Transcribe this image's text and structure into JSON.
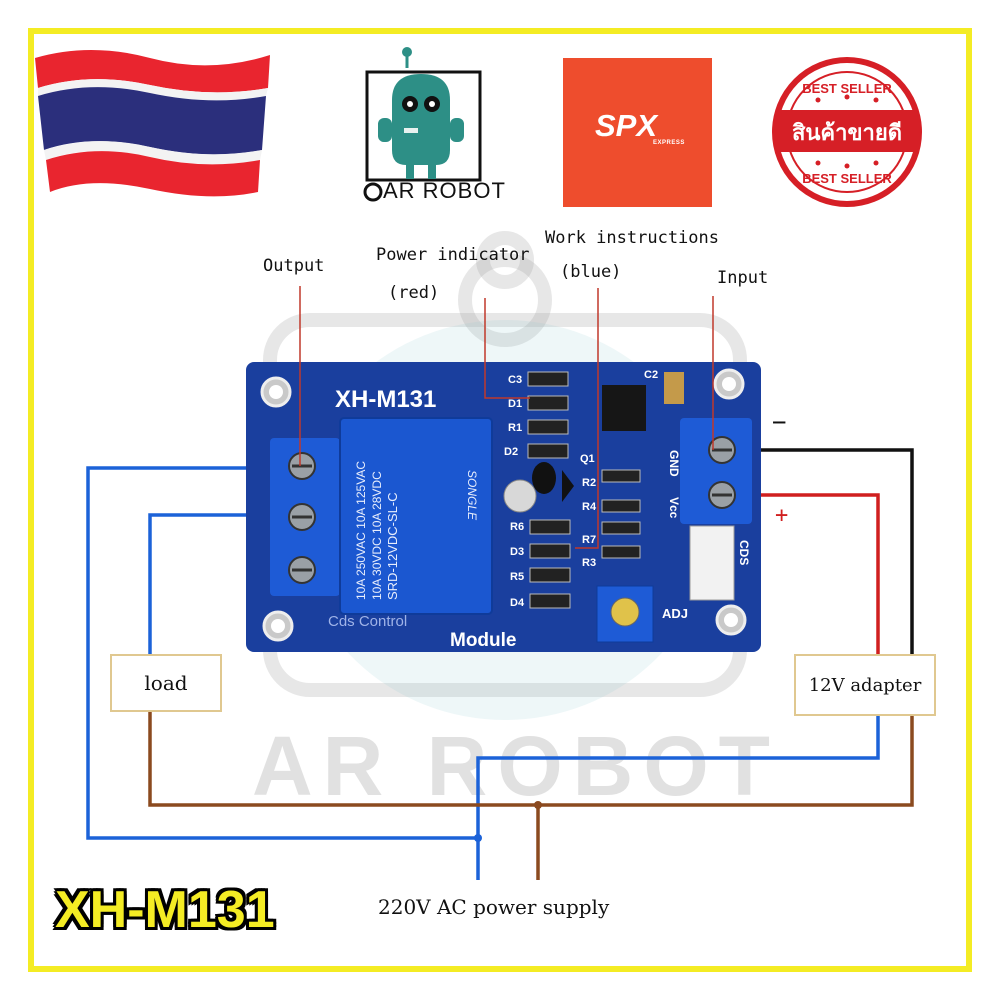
{
  "brand": {
    "logo_text": "AR ROBOT",
    "watermark": "AR ROBOT"
  },
  "spx": {
    "main": "SPX",
    "sub": "EXPRESS"
  },
  "badge": {
    "top": "BEST SELLER",
    "middle": "สินค้าขายดี",
    "bottom": "BEST SELLER"
  },
  "labels": {
    "output": "Output",
    "power_indicator": "Power indicator",
    "red": "(red)",
    "work_instructions": "Work instructions",
    "blue": "(blue)",
    "input": "Input",
    "minus": "−",
    "plus": "+",
    "load": "load",
    "adapter": "12V adapter",
    "supply": "220V AC power supply"
  },
  "board": {
    "model": "XH-M131",
    "module_text": "Module",
    "control_text": "Cds Control",
    "relay_brand": "SONGLE",
    "relay_lines": [
      "10A 250VAC 10A 125VAC",
      "10A 30VDC 10A 28VDC",
      "SRD-12VDC-SL-C"
    ],
    "pin_gnd": "GND",
    "pin_vcc": "Vcc",
    "pin_cds": "CDS",
    "adj": "ADJ",
    "designators": [
      "C3",
      "D1",
      "R1",
      "D2",
      "Q1",
      "R2",
      "R4",
      "R6",
      "D3",
      "R7",
      "R3",
      "R5",
      "D4",
      "C2"
    ]
  },
  "product_title": "XH-M131",
  "colors": {
    "frame": "#f4ec24",
    "board": "#1a3f9e",
    "terminal": "#1e5bd6",
    "spx": "#ee4d2d",
    "badge": "#d61f26",
    "wire_blue": "#1c62d8",
    "wire_brown": "#8b4a1f",
    "wire_red": "#d01f1f",
    "robot": "#2d8f86"
  }
}
